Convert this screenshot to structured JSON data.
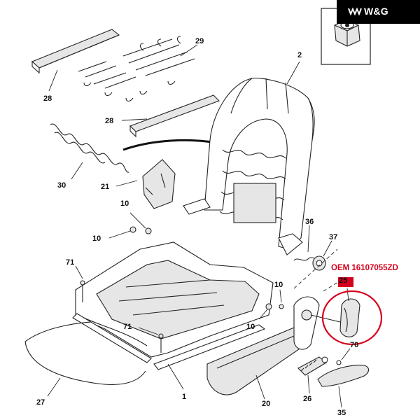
{
  "brand": {
    "text": "W&G",
    "logo_icon": "wave-logo-icon",
    "background": "#000000"
  },
  "oem_label": "OEM 16107055ZD",
  "highlight_color": "#d6001c",
  "callouts": {
    "c1": "1",
    "c2": "2",
    "c20": "20",
    "c21": "21",
    "c25": "25",
    "c26": "26",
    "c27": "27",
    "c28a": "28",
    "c28b": "28",
    "c29": "29",
    "c30": "30",
    "c35": "35",
    "c36": "36",
    "c37": "37",
    "c10a": "10",
    "c10b": "10",
    "c10c": "10",
    "c10d": "10",
    "c70": "70",
    "c71a": "71",
    "c71b": "71"
  }
}
